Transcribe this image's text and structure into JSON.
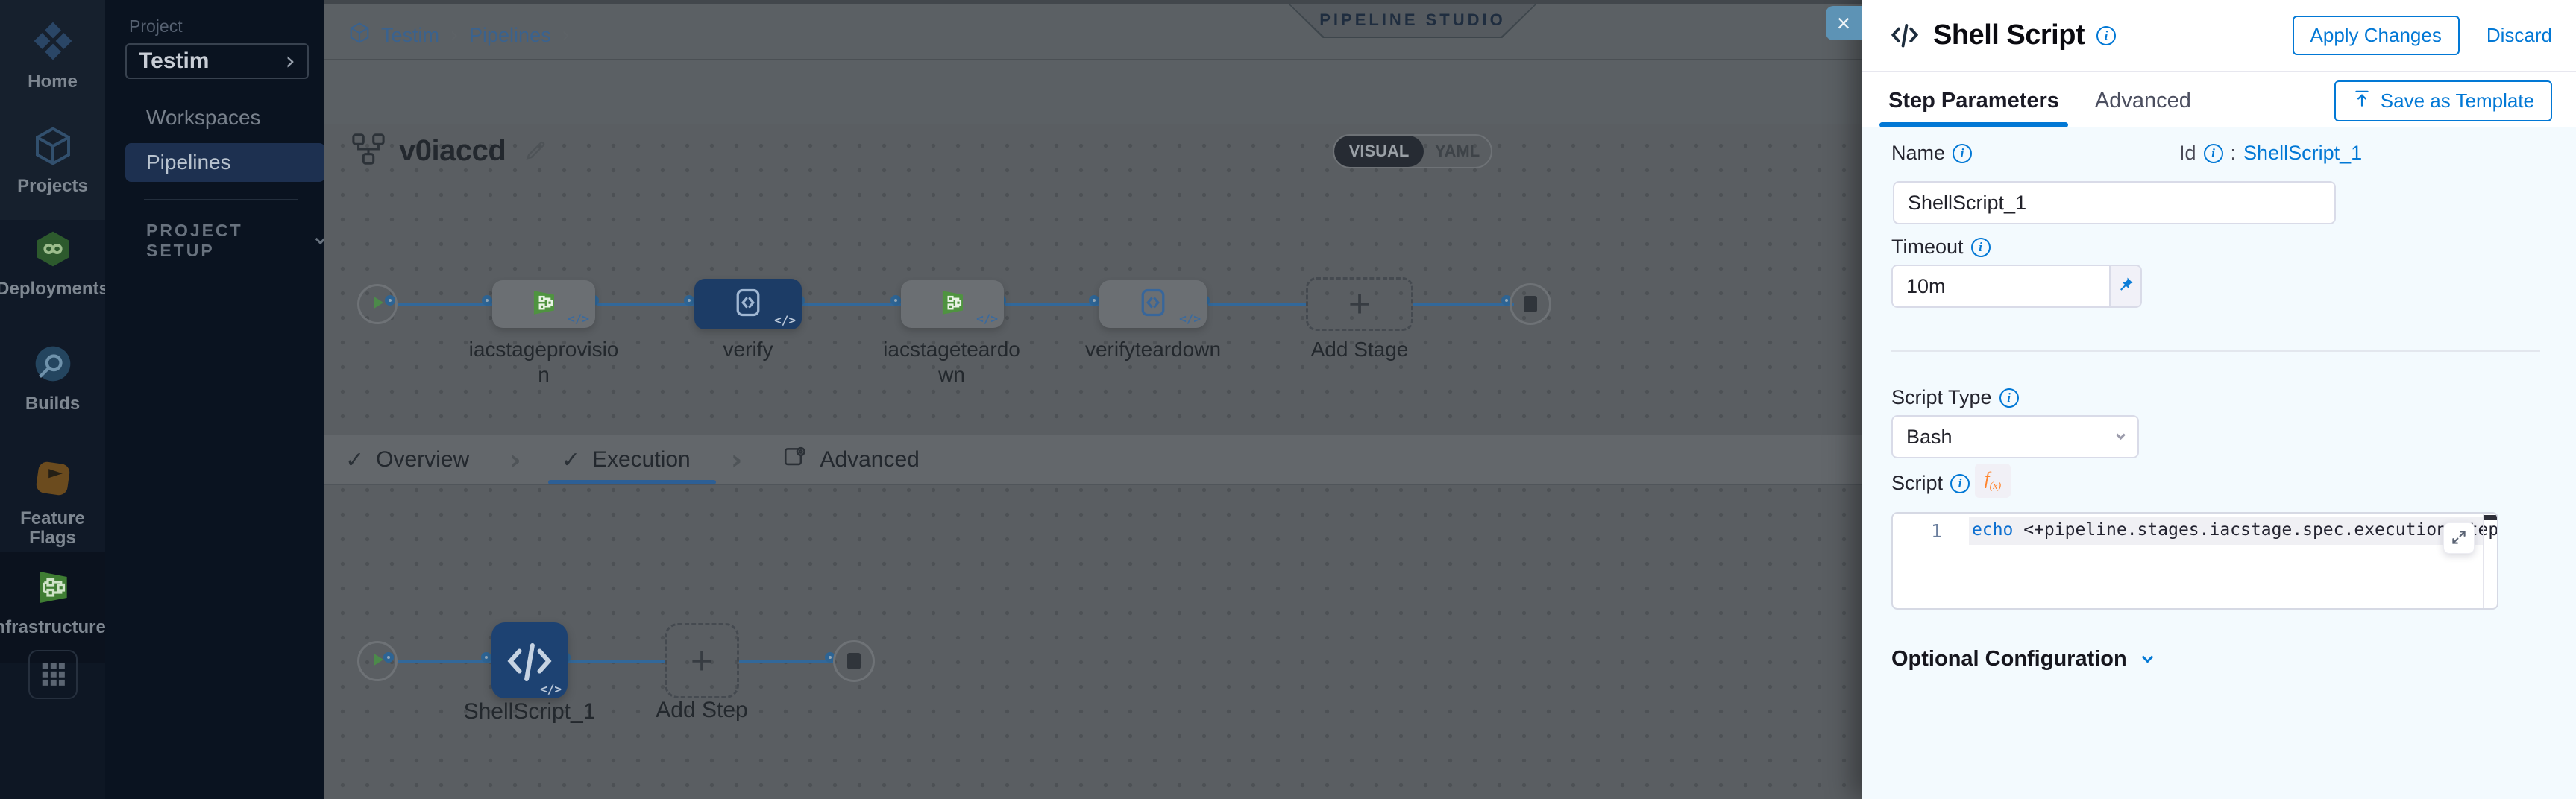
{
  "sidebar": {
    "items": [
      {
        "label": "Home"
      },
      {
        "label": "Projects"
      },
      {
        "label": "Deployments"
      },
      {
        "label": "Builds"
      },
      {
        "label": "Feature Flags"
      },
      {
        "label": "Infrastructures"
      }
    ]
  },
  "project_panel": {
    "section_label": "Project",
    "project_name": "Testim",
    "items": [
      {
        "label": "Workspaces"
      },
      {
        "label": "Pipelines"
      }
    ],
    "setup_label": "PROJECT SETUP"
  },
  "header": {
    "breadcrumb": [
      "Testim",
      "Pipelines"
    ],
    "studio_badge": "PIPELINE STUDIO",
    "pipeline_name": "v0iaccd",
    "view_toggle": {
      "visual": "VISUAL",
      "yaml": "YAML"
    }
  },
  "stage_graph": {
    "stages": [
      {
        "name": "iacstageprovision",
        "label": "iacstageprovisio\nn",
        "icon": "infrastructure-icon"
      },
      {
        "name": "verify",
        "label": "verify",
        "icon": "custom-stage-icon"
      },
      {
        "name": "iacstageteardown",
        "label": "iacstageteardo\nwn",
        "icon": "infrastructure-icon"
      },
      {
        "name": "verifyteardown",
        "label": "verifyteardown",
        "icon": "custom-stage-icon"
      }
    ],
    "add_stage_label": "Add Stage"
  },
  "execution_tabs": {
    "overview": "Overview",
    "execution": "Execution",
    "advanced": "Advanced"
  },
  "step_graph": {
    "steps": [
      {
        "name": "ShellScript_1"
      }
    ],
    "add_step_label": "Add Step"
  },
  "drawer": {
    "title": "Shell Script",
    "close_label": "×",
    "apply_label": "Apply Changes",
    "discard_label": "Discard",
    "tabs": {
      "step_parameters": "Step Parameters",
      "advanced": "Advanced"
    },
    "save_as_template_label": "Save as Template",
    "fields": {
      "name_label": "Name",
      "name_value": "ShellScript_1",
      "id_label": "Id",
      "id_separator": ":",
      "id_value": "ShellScript_1",
      "timeout_label": "Timeout",
      "timeout_value": "10m",
      "script_type_label": "Script Type",
      "script_type_value": "Bash",
      "script_label": "Script",
      "code_line_number": "1",
      "code_keyword": "echo",
      "code_rest": " <+pipeline.stages.iacstage.spec.execution.steps.appl"
    },
    "optional_configuration_label": "Optional Configuration"
  },
  "colors": {
    "accent_blue": "#0278d5",
    "node_blue": "#1d4272",
    "infra_green": "#4b8c3f",
    "close_button_blue": "#5d93b5"
  }
}
